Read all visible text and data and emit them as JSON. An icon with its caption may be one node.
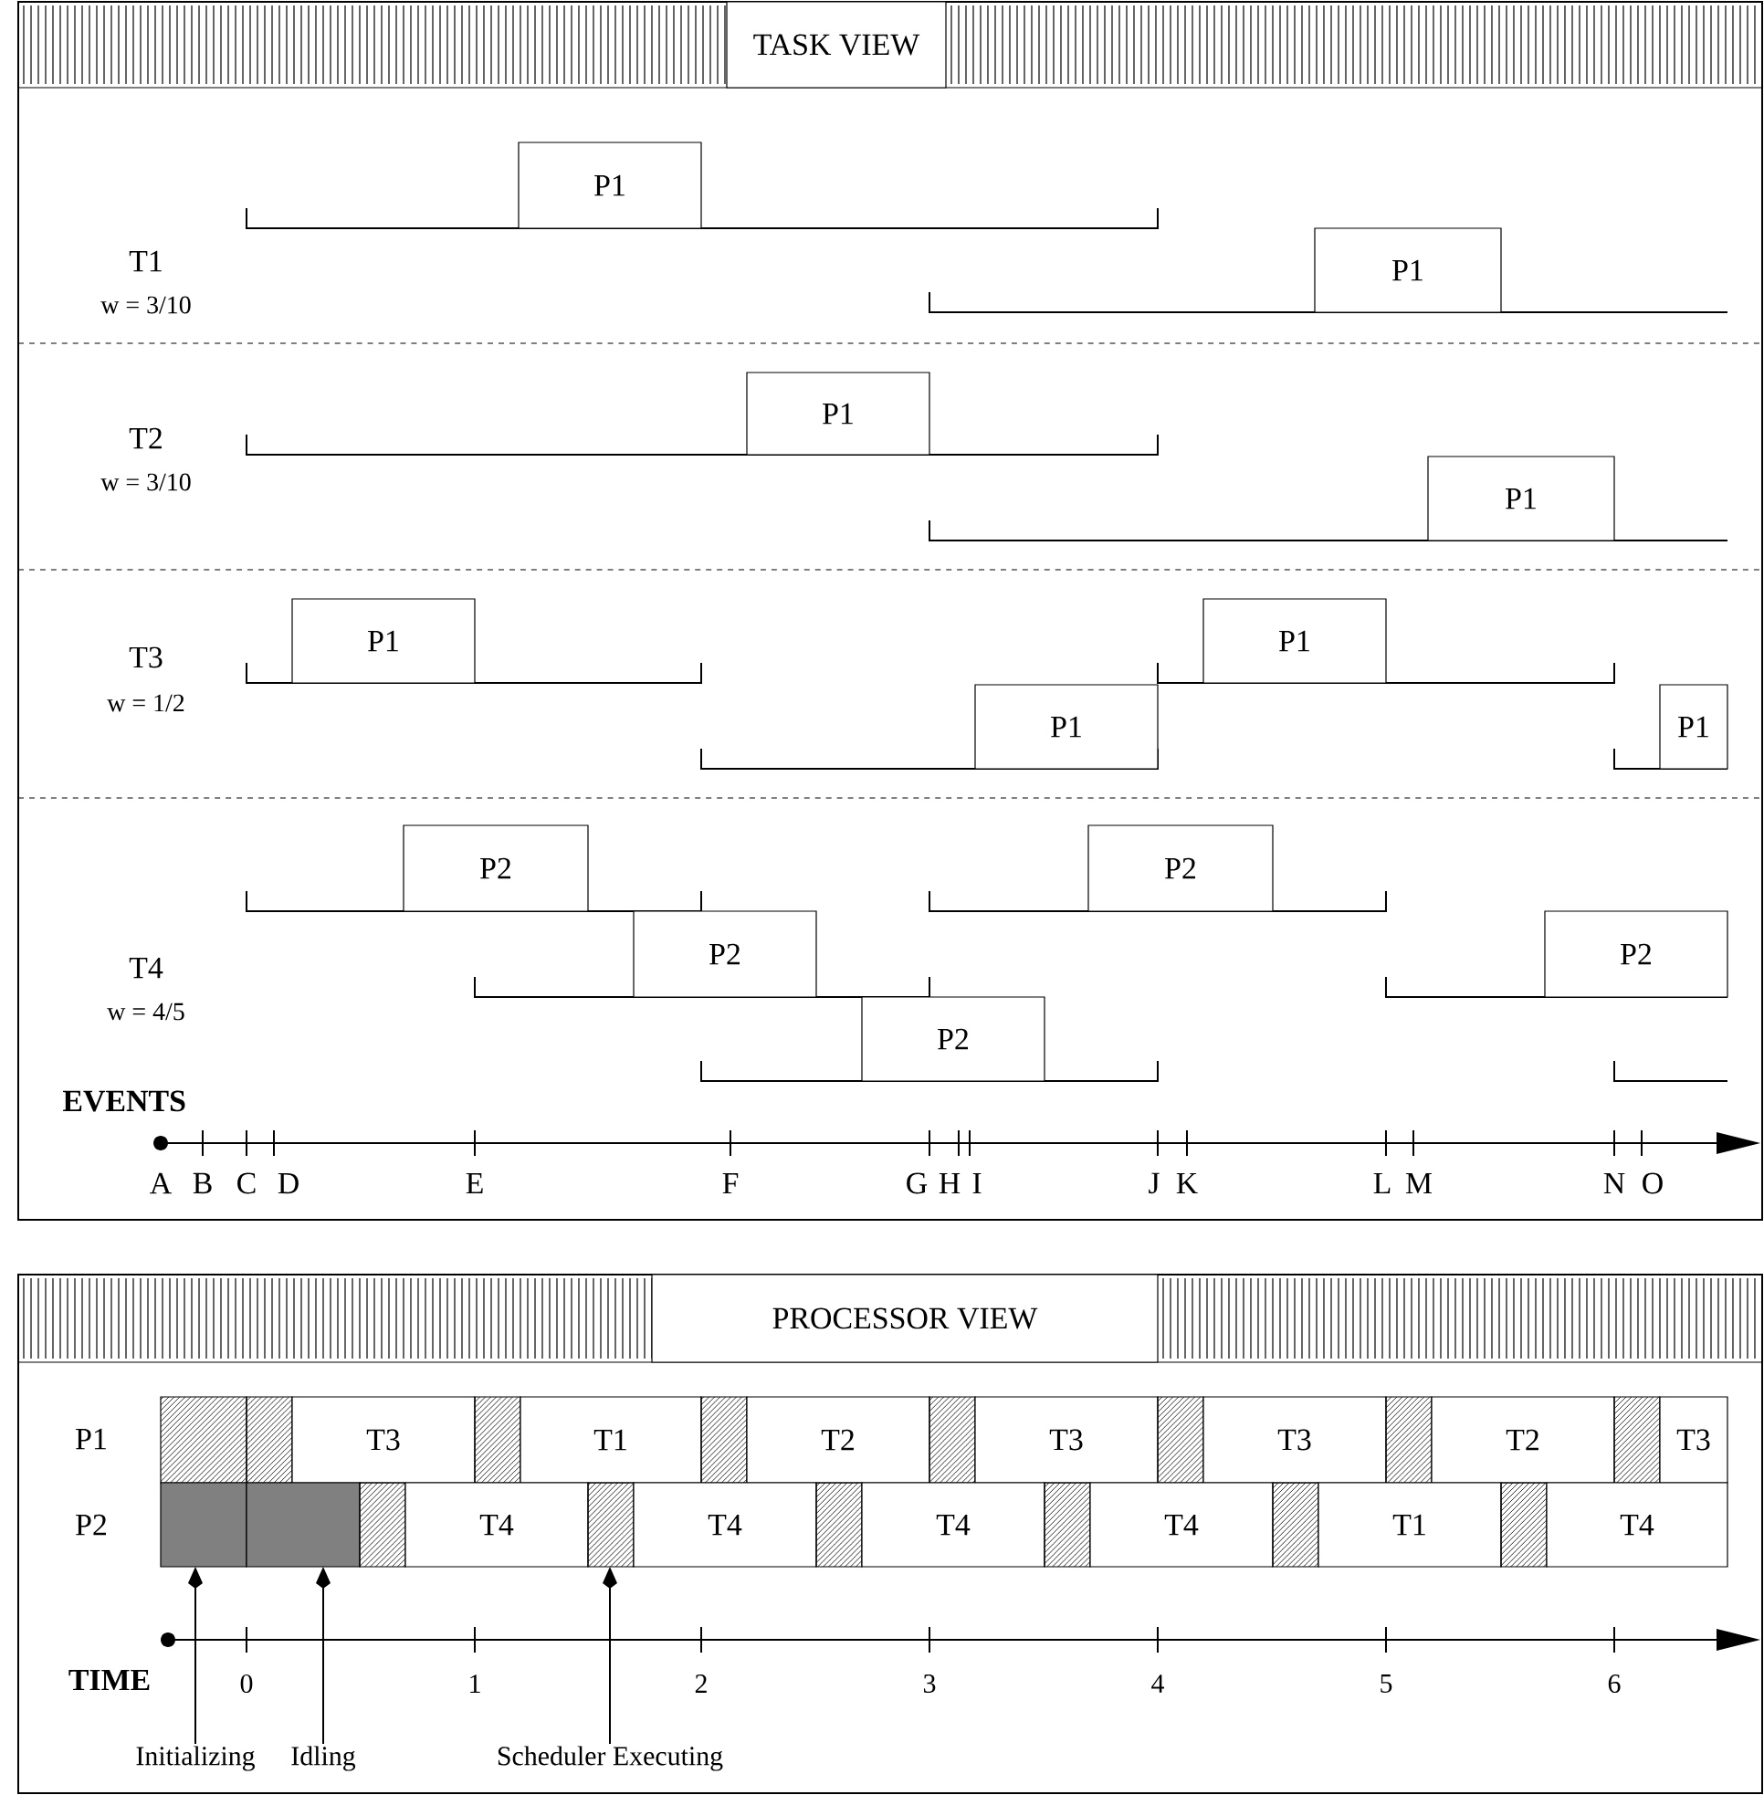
{
  "diagram": {
    "nodes": [
      {
        "text": [
          "TASK VIEW"
        ]
      },
      {
        "text": [
          "P1"
        ]
      },
      {
        "text": [
          "P1"
        ]
      },
      {
        "text": [
          "P1"
        ]
      },
      {
        "text": [
          "P1"
        ]
      },
      {
        "text": [
          "P1"
        ]
      },
      {
        "text": [
          "P1"
        ]
      },
      {
        "text": [
          "P1"
        ]
      },
      {
        "text": [
          "P1"
        ]
      },
      {
        "text": [
          "P2"
        ]
      },
      {
        "text": [
          "P2"
        ]
      },
      {
        "text": [
          "P2"
        ]
      },
      {
        "text": [
          "P2"
        ]
      },
      {
        "text": [
          "P2"
        ]
      },
      {
        "text": [
          "PROCESSOR VIEW"
        ]
      },
      {
        "text": [],
        "shape": "box"
      },
      {
        "text": [],
        "shape": "box"
      },
      {
        "text": [
          "T3"
        ]
      },
      {
        "text": [],
        "shape": "box"
      },
      {
        "text": [
          "T1"
        ]
      },
      {
        "text": [],
        "shape": "box"
      },
      {
        "text": [
          "T2"
        ]
      },
      {
        "text": [],
        "shape": "box"
      },
      {
        "text": [
          "T3"
        ]
      },
      {
        "text": [],
        "shape": "box"
      },
      {
        "text": [
          "T3"
        ]
      },
      {
        "text": [],
        "shape": "box"
      },
      {
        "text": [
          "T2"
        ]
      },
      {
        "text": [],
        "shape": "box"
      },
      {
        "text": [
          "T3"
        ]
      },
      {
        "text": [],
        "shape": "box"
      },
      {
        "text": [],
        "shape": "box"
      },
      {
        "text": [],
        "shape": "box"
      },
      {
        "text": [
          "T4"
        ]
      },
      {
        "text": [],
        "shape": "box"
      },
      {
        "text": [
          "T4"
        ]
      },
      {
        "text": [],
        "shape": "box"
      },
      {
        "text": [
          "T4"
        ]
      },
      {
        "text": [],
        "shape": "box"
      },
      {
        "text": [
          "T4"
        ]
      },
      {
        "text": [],
        "shape": "box"
      },
      {
        "text": [
          "T1"
        ]
      },
      {
        "text": [],
        "shape": "box"
      },
      {
        "text": [
          "T4"
        ]
      },
      {
        "text": [
          "Initializing"
        ]
      },
      {
        "text": [
          "Idling"
        ]
      },
      {
        "text": [
          "Scheduler Executing"
        ]
      }
    ],
    "edges": [
      {
        "from": 44,
        "to": 30,
        "arrow": "to"
      },
      {
        "from": 45,
        "to": 31,
        "arrow": "to"
      },
      {
        "from": 46,
        "to": 34,
        "arrow": "to"
      }
    ],
    "labels": [
      "T1",
      "w = 3/10",
      "T2",
      "w = 3/10",
      "T3",
      "w = 1/2",
      "T4",
      "w = 4/5",
      "EVENTS",
      "A",
      "B",
      "C",
      "D",
      "E",
      "F",
      "G",
      "H",
      "I",
      "J",
      "K",
      "L",
      "M",
      "N",
      "O",
      "P1",
      "P2",
      "TIME",
      "0",
      "1",
      "2",
      "3",
      "4",
      "5",
      "6"
    ]
  }
}
